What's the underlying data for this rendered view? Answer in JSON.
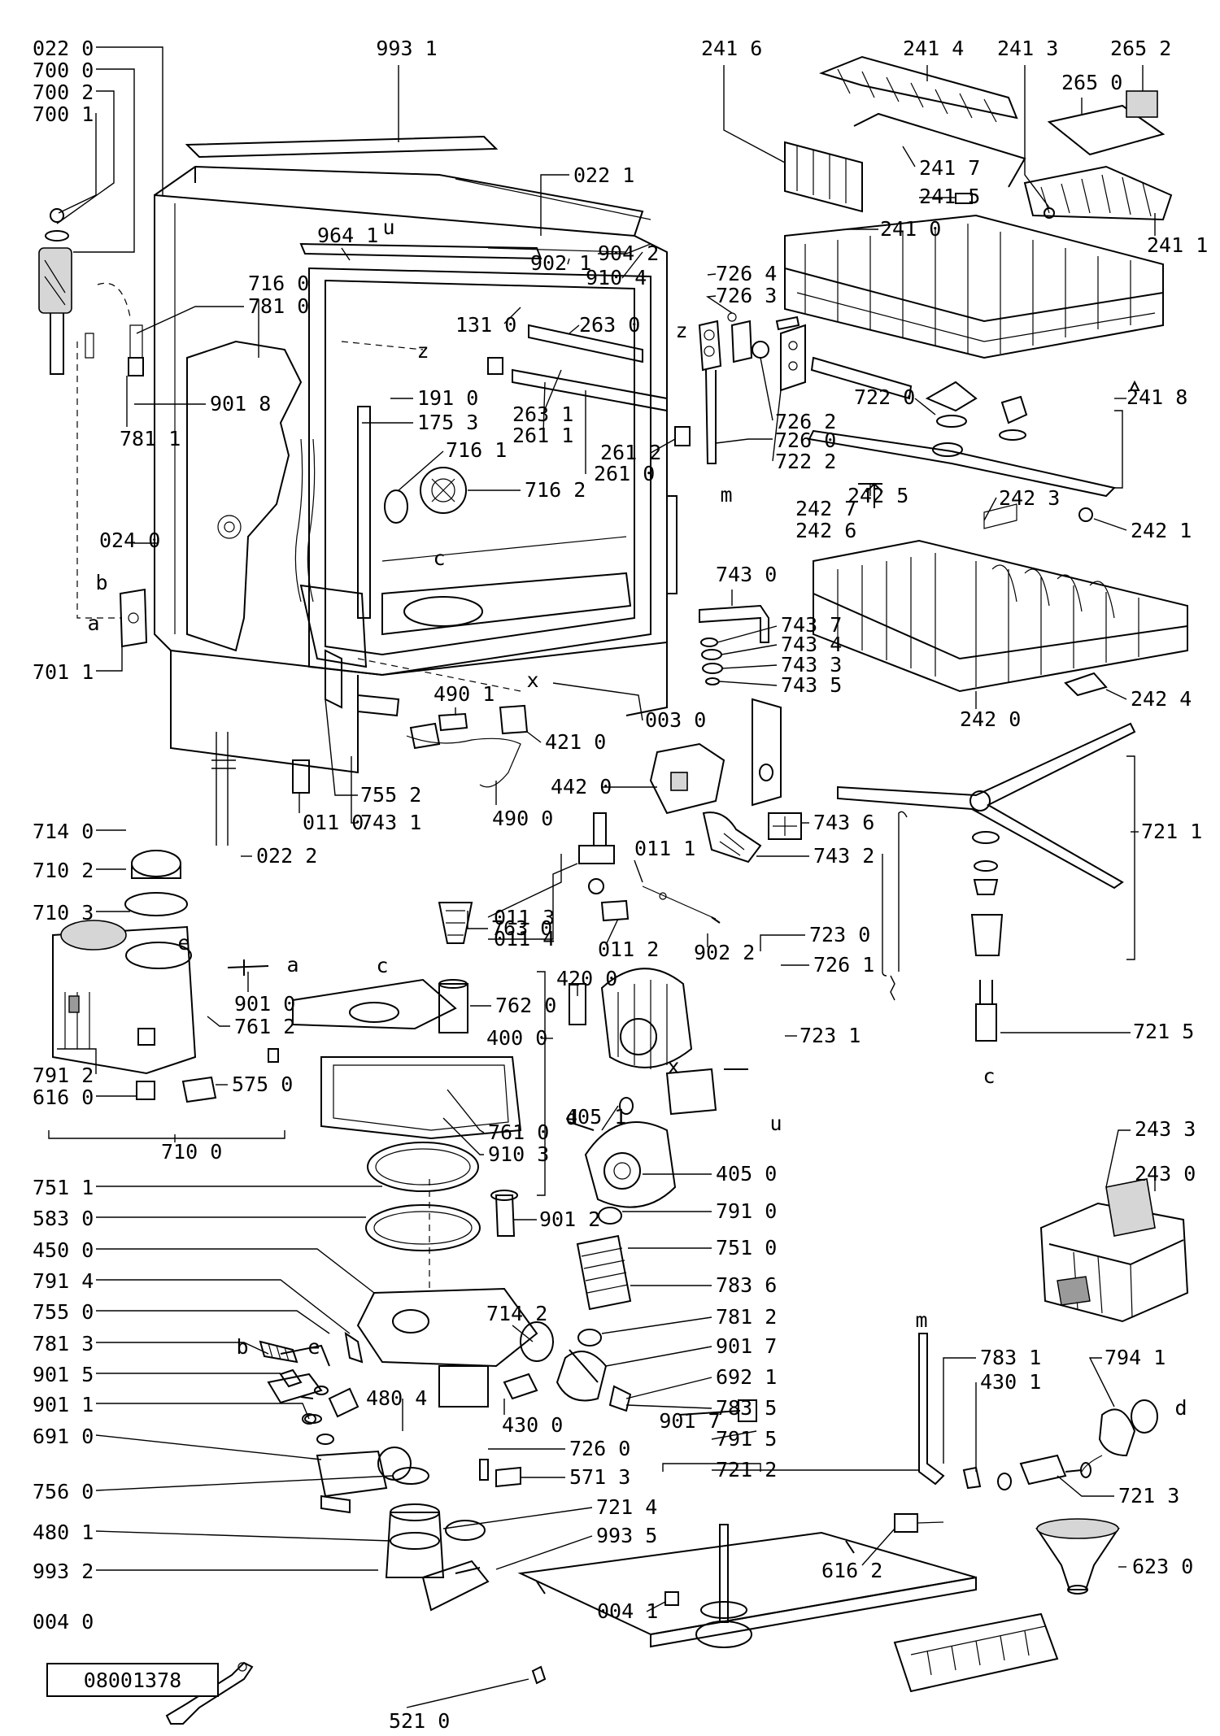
{
  "document_number": "08001378",
  "letter_marks": [
    "a",
    "b",
    "c",
    "d",
    "e",
    "m",
    "u",
    "x",
    "z"
  ],
  "callouts": [
    "022 0",
    "700 0",
    "700 2",
    "700 1",
    "993 1",
    "022 1",
    "241 6",
    "241 4",
    "241 3",
    "265 2",
    "265 0",
    "241 7",
    "241 5",
    "241 0",
    "241 1",
    "964 1",
    "902 1",
    "904 2",
    "910 4",
    "726 4",
    "726 3",
    "263 0",
    "131 0",
    "716 0",
    "781 0",
    "901 8",
    "781 1",
    "191 0",
    "175 3",
    "263 1",
    "261 1",
    "261 2",
    "261 0",
    "726 2",
    "726 0",
    "722 2",
    "722 0",
    "241 8",
    "716 1",
    "716 2",
    "242 5",
    "242 3",
    "242 7",
    "242 6",
    "242 1",
    "024 0",
    "743 0",
    "743 7",
    "743 4",
    "743 3",
    "743 5",
    "242 0",
    "242 4",
    "701 1",
    "490 1",
    "421 0",
    "003 0",
    "755 2",
    "743 1",
    "011 0",
    "490 0",
    "442 0",
    "743 6",
    "743 2",
    "721 1",
    "714 0",
    "022 2",
    "710 2",
    "710 3",
    "763 0",
    "011 3",
    "011 4",
    "011 1",
    "011 2",
    "902 2",
    "901 0",
    "761 2",
    "762 0",
    "420 0",
    "400 0",
    "723 0",
    "726 1",
    "723 1",
    "721 5",
    "791 2",
    "616 0",
    "575 0",
    "761 0",
    "910 3",
    "405 1",
    "710 0",
    "405 0",
    "243 3",
    "243 0",
    "751 1",
    "901 2",
    "791 0",
    "583 0",
    "751 0",
    "450 0",
    "783 6",
    "791 4",
    "714 2",
    "755 0",
    "781 2",
    "901 7",
    "781 3",
    "692 1",
    "901 5",
    "783 5",
    "783 1",
    "794 1",
    "430 1",
    "901 1",
    "480 4",
    "430 0",
    "791 5",
    "691 0",
    "726 0",
    "571 3",
    "721 2",
    "721 3",
    "756 0",
    "721 4",
    "901 7",
    "480 1",
    "993 5",
    "616 2",
    "623 0",
    "993 2",
    "004 1",
    "004 0",
    "521 0"
  ]
}
